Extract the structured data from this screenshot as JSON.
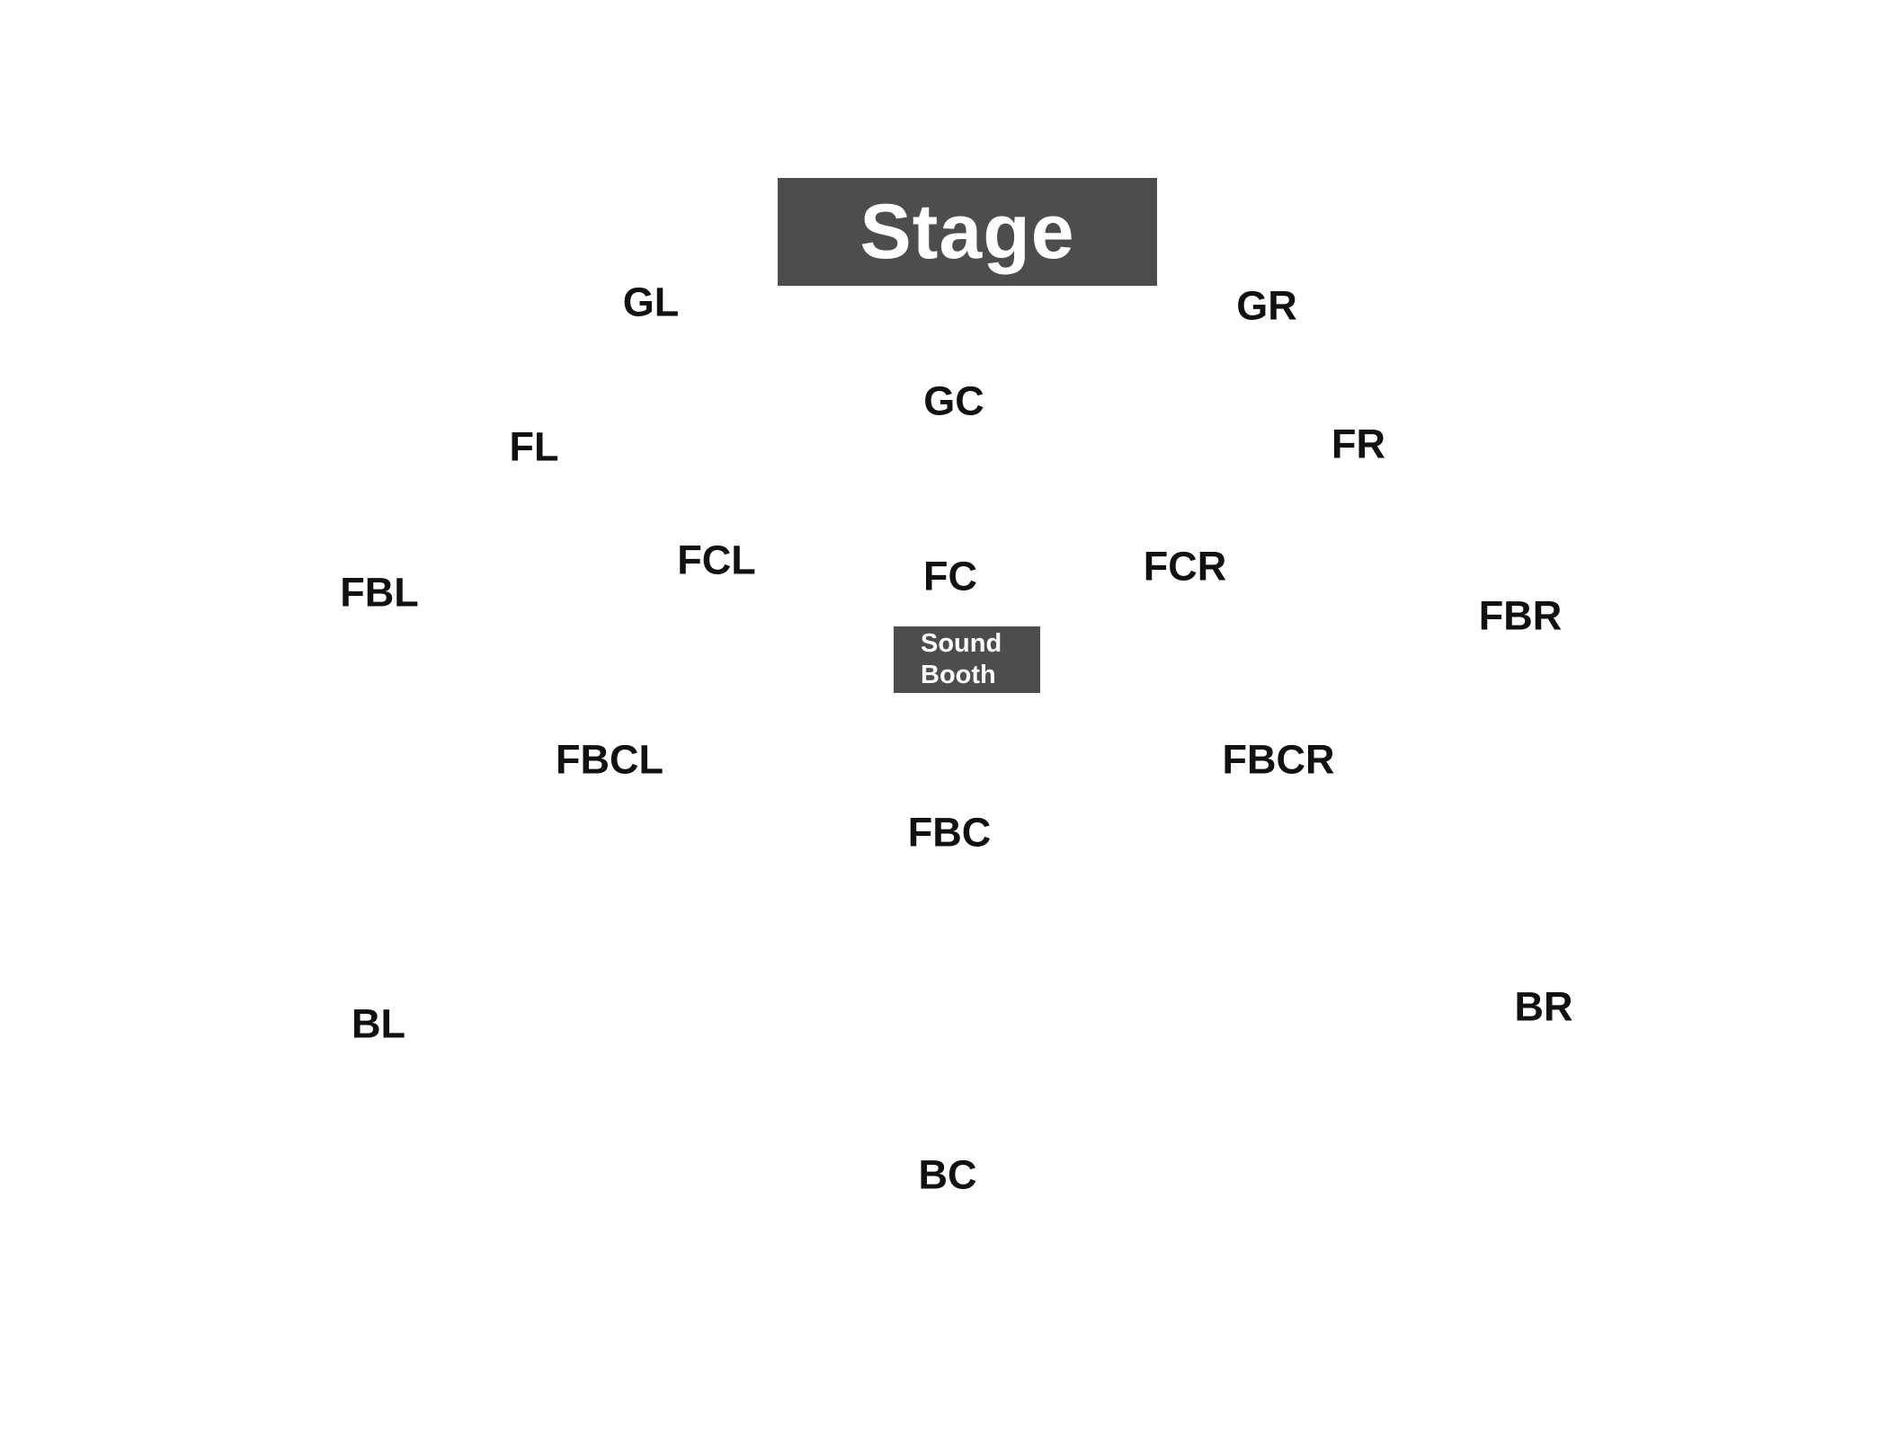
{
  "venue": {
    "stage_label": "Stage",
    "sound_booth_lines": [
      "Sound",
      "Booth"
    ],
    "fill_color": "#4d4d4d",
    "label_color": "#111111"
  },
  "sections": {
    "GL": "GL",
    "GR": "GR",
    "GC": "GC",
    "FL": "FL",
    "FR": "FR",
    "FCL": "FCL",
    "FC": "FC",
    "FCR": "FCR",
    "FBL": "FBL",
    "FBR": "FBR",
    "FBCL": "FBCL",
    "FBCR": "FBCR",
    "FBC": "FBC",
    "BL": "BL",
    "BR": "BR",
    "BC": "BC"
  }
}
